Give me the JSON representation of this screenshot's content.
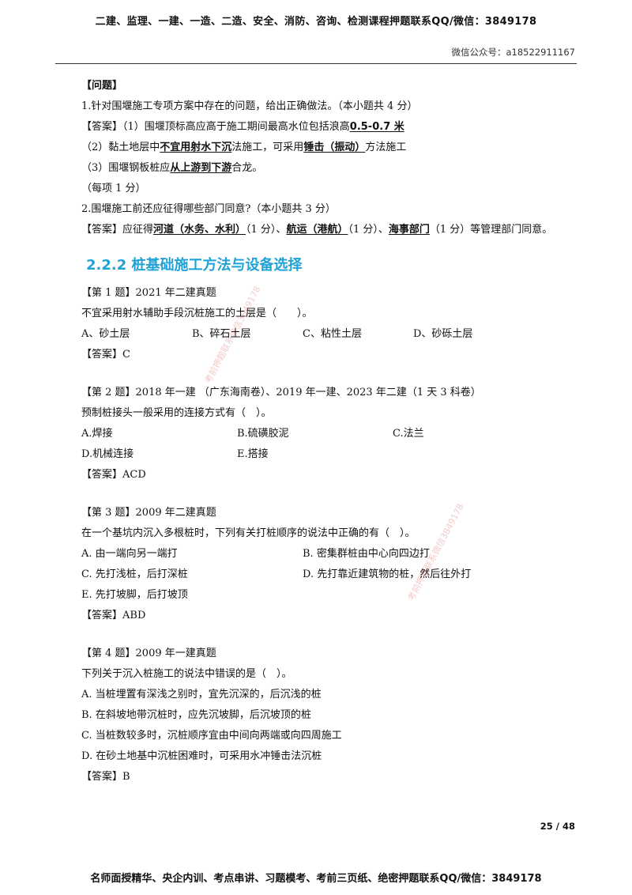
{
  "header": {
    "top_text": "二建、监理、一建、一造、二造、安全、消防、咨询、检测课程押题联系QQ/微信：3849178",
    "right_text": "微信公众号：a18522911167"
  },
  "q_block": {
    "heading": "【问题】",
    "q1": "1.针对围堰施工专项方案中存在的问题，给出正确做法。（本小题共 4 分）",
    "a1_prefix": "【答案】（1）围堰顶标高应高于施工期间最高水位包括浪高",
    "a1_key": "0.5-0.7 米",
    "a2_prefix": "（2）黏土地层中",
    "a2_key1": "不宜用射水下沉",
    "a2_mid": "法施工，可采用",
    "a2_key2": "锤击（振动）",
    "a2_suffix": "方法施工",
    "a3_prefix": "（3）围堰钢板桩应",
    "a3_key": "从上游到下游",
    "a3_suffix": "合龙。",
    "note": "（每项 1 分）",
    "q2": "2.围堰施工前还应征得哪些部门同意?（本小题共 3 分）",
    "a_q2_prefix": "【答案】应征得",
    "a_q2_k1": "河道（水务、水利）",
    "a_q2_m1": "（1 分）、",
    "a_q2_k2": "航运（港航）",
    "a_q2_m2": "（1 分）、",
    "a_q2_k3": "海事部门",
    "a_q2_suffix": "（1 分）等管理部门同意。"
  },
  "section_title": "2.2.2  桩基础施工方法与设备选择",
  "questions": [
    {
      "title": "【第 1 题】2021 年二建真题",
      "stem": "不宜采用射水辅助手段沉桩施工的土层是（　　）。",
      "options": [
        "A、砂土层",
        "B、碎石土层",
        "C、粘性土层",
        "D、砂砾土层"
      ],
      "answer": "【答案】C"
    },
    {
      "title": "【第 2 题】2018 年一建 （广东海南卷）、2019 年一建、2023 年二建（1 天 3 科卷）",
      "stem": "预制桩接头一般采用的连接方式有（　）。",
      "options": [
        "A.焊接",
        "B.硫磺胶泥",
        "C.法兰",
        "D.机械连接",
        "E.搭接"
      ],
      "answer": "【答案】ACD"
    },
    {
      "title": "【第 3 题】2009 年二建真题",
      "stem": "在一个基坑内沉入多根桩时，下列有关打桩顺序的说法中正确的有（　）。",
      "options": [
        "A. 由一端向另一端打",
        "B. 密集群桩由中心向四边打",
        "C. 先打浅桩，后打深桩",
        "D. 先打靠近建筑物的桩，然后往外打",
        "E. 先打坡脚，后打坡顶"
      ],
      "answer": "【答案】ABD"
    },
    {
      "title": "【第 4 题】2009 年一建真题",
      "stem": "下列关于沉入桩施工的说法中错误的是（　）。",
      "options": [
        "A. 当桩埋置有深浅之别时，宜先沉深的，后沉浅的桩",
        "B. 在斜坡地带沉桩时，应先沉坡脚，后沉坡顶的桩",
        "C. 当桩数较多时，沉桩顺序宜由中间向两端或向四周施工",
        "D. 在砂土地基中沉桩困难时，可采用水冲锤击法沉桩"
      ],
      "answer": "【答案】B"
    }
  ],
  "page_number": "25 / 48",
  "footer_text": "名师面授精华、央企内训、考点串讲、习题模考、考前三页纸、绝密押题联系QQ/微信：3849178",
  "watermarks": [
    "考前押题联系微信3849178",
    "考前押题联系微信3849178"
  ]
}
